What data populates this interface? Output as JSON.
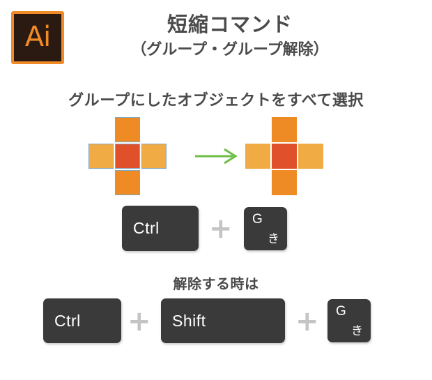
{
  "header": {
    "logo": {
      "text": "Ai",
      "icon_name": "adobe-illustrator-logo",
      "bg_color": "#2B1A11",
      "border_color": "#F08B28",
      "text_color": "#F08B28"
    },
    "title": "短縮コマンド",
    "subtitle": "（グループ・グループ解除）",
    "title_color": "#4A4A4A"
  },
  "instructions": {
    "step1": "グループにしたオブジェクトをすべて選択",
    "step2": "解除する時は"
  },
  "diagram": {
    "arrow_icon": "right-arrow-icon",
    "arrow_color": "#6CBE45",
    "selection_border_color": "#7FA8C4",
    "colors": {
      "side": "#F0AB44",
      "vertical": "#EE8B25",
      "center": "#E0502A"
    },
    "left_cluster": {
      "label": "selected-grouped-objects",
      "selected": true,
      "squares": [
        {
          "position": "top",
          "color": "#EE8B25"
        },
        {
          "position": "left",
          "color": "#F0AB44"
        },
        {
          "position": "center",
          "color": "#E0502A"
        },
        {
          "position": "right",
          "color": "#F0AB44"
        },
        {
          "position": "bottom",
          "color": "#EE8B25"
        }
      ]
    },
    "right_cluster": {
      "label": "grouped-objects-result",
      "selected": false,
      "squares": [
        {
          "position": "top",
          "color": "#EE8B25"
        },
        {
          "position": "left",
          "color": "#F0AB44"
        },
        {
          "position": "center",
          "color": "#E0502A"
        },
        {
          "position": "right",
          "color": "#F0AB44"
        },
        {
          "position": "bottom",
          "color": "#EE8B25"
        }
      ]
    }
  },
  "shortcut_group": {
    "keys": {
      "ctrl": "Ctrl",
      "g_main": "G",
      "g_sub": "き"
    },
    "plus": "+"
  },
  "shortcut_ungroup": {
    "keys": {
      "ctrl": "Ctrl",
      "shift": "Shift",
      "g_main": "G",
      "g_sub": "き"
    },
    "plus_1": "+",
    "plus_2": "+"
  },
  "key_style": {
    "bg_color": "#3A3A3A",
    "text_color": "#FFFFFF",
    "plus_color": "#C4C4C4"
  }
}
